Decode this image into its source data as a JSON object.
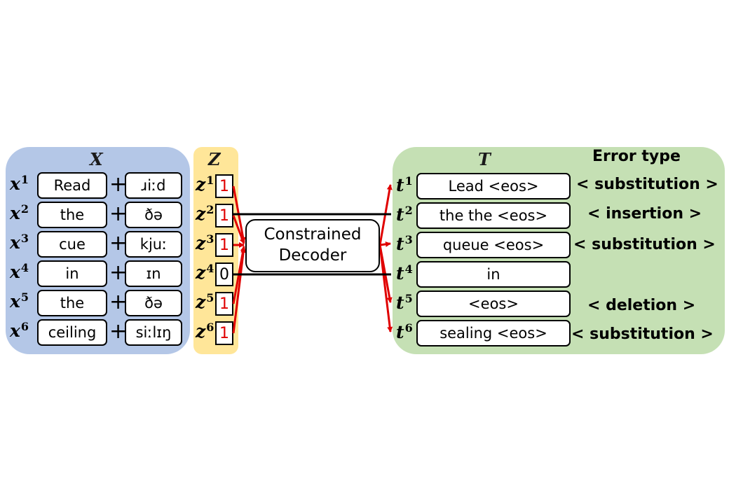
{
  "x_panel": {
    "title": "X",
    "rows": [
      {
        "var": "x",
        "sup": "1",
        "word": "Read",
        "phon": "ɹiːd"
      },
      {
        "var": "x",
        "sup": "2",
        "word": "the",
        "phon": "ðə"
      },
      {
        "var": "x",
        "sup": "3",
        "word": "cue",
        "phon": "kjuː"
      },
      {
        "var": "x",
        "sup": "4",
        "word": "in",
        "phon": "ɪn"
      },
      {
        "var": "x",
        "sup": "5",
        "word": "the",
        "phon": "ðə"
      },
      {
        "var": "x",
        "sup": "6",
        "word": "ceiling",
        "phon": "siːlɪŋ"
      }
    ],
    "plus": "+"
  },
  "z_panel": {
    "title": "Z",
    "rows": [
      {
        "var": "z",
        "sup": "1",
        "value": "1",
        "color": "#e00000"
      },
      {
        "var": "z",
        "sup": "2",
        "value": "1",
        "color": "#e00000"
      },
      {
        "var": "z",
        "sup": "3",
        "value": "1",
        "color": "#e00000"
      },
      {
        "var": "z",
        "sup": "4",
        "value": "0",
        "color": "#000000"
      },
      {
        "var": "z",
        "sup": "5",
        "value": "1",
        "color": "#e00000"
      },
      {
        "var": "z",
        "sup": "6",
        "value": "1",
        "color": "#e00000"
      }
    ]
  },
  "decoder": {
    "line1": "Constrained",
    "line2": "Decoder"
  },
  "t_panel": {
    "title": "T",
    "error_header": "Error type",
    "rows": [
      {
        "var": "t",
        "sup": "1",
        "text": "Lead <eos>",
        "error": "< substitution >"
      },
      {
        "var": "t",
        "sup": "2",
        "text": "the the <eos>",
        "error": "< insertion >"
      },
      {
        "var": "t",
        "sup": "3",
        "text": "queue <eos>",
        "error": "< substitution >"
      },
      {
        "var": "t",
        "sup": "4",
        "text": "in",
        "error": ""
      },
      {
        "var": "t",
        "sup": "5",
        "text": "<eos>",
        "error": "< deletion >"
      },
      {
        "var": "t",
        "sup": "6",
        "text": "sealing <eos>",
        "error": "< substitution >"
      }
    ]
  },
  "colors": {
    "x_bg": "#b4c7e7",
    "z_bg": "#ffe699",
    "t_bg": "#c5e0b4",
    "arrow_red": "#e00000"
  }
}
